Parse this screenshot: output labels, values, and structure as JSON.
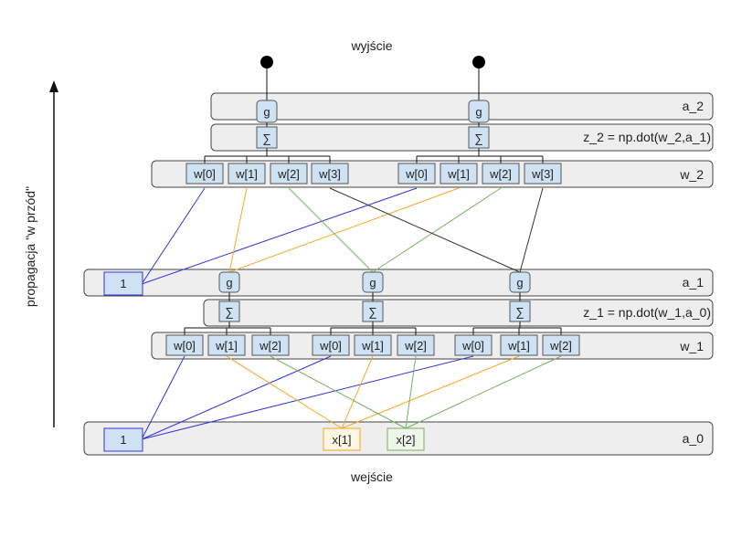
{
  "labels": {
    "output": "wyjście",
    "input": "wejście",
    "direction": "propagacja \"w przód\""
  },
  "layers": {
    "a2": "a_2",
    "z2": "z_2 = np.dot(w_2,a_1)",
    "w2": "w_2",
    "a1": "a_1",
    "z1": "z_1 = np.dot(w_1,a_0)",
    "w1": "w_1",
    "a0": "a_0"
  },
  "node_labels": {
    "activation": "g",
    "sum": "∑",
    "bias": "1",
    "w0": "w[0]",
    "w1": "w[1]",
    "w2": "w[2]",
    "w3": "w[3]",
    "x1": "x[1]",
    "x2": "x[2]"
  },
  "colors": {
    "panel_fill": "#eeeeee",
    "panel_stroke": "#444444",
    "node_fill": "#cfe2f3",
    "node_stroke": "#555555",
    "blue": "#3333dd",
    "orange": "#f6a623",
    "green": "#7ab060",
    "dark": "#333333"
  }
}
